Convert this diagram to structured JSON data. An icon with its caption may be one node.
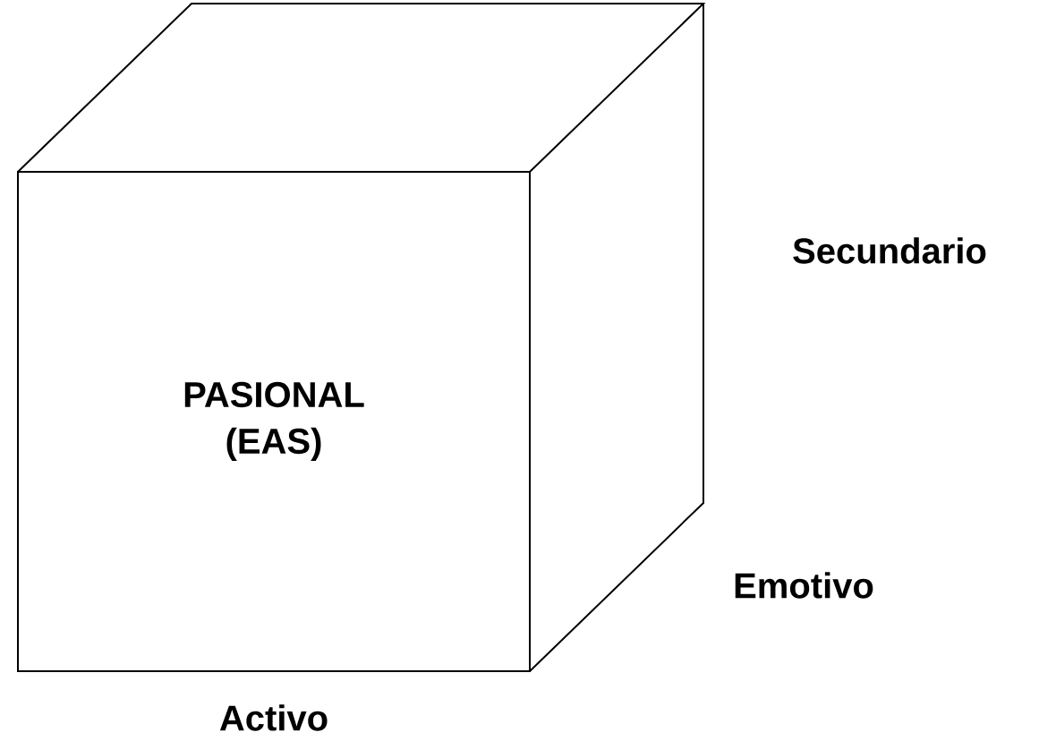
{
  "diagram": {
    "nodes": [
      {
        "text": [
          "PASIONAL (EAS)"
        ]
      }
    ],
    "labels": [
      "Secundario",
      "Emotivo",
      "Activo"
    ]
  }
}
